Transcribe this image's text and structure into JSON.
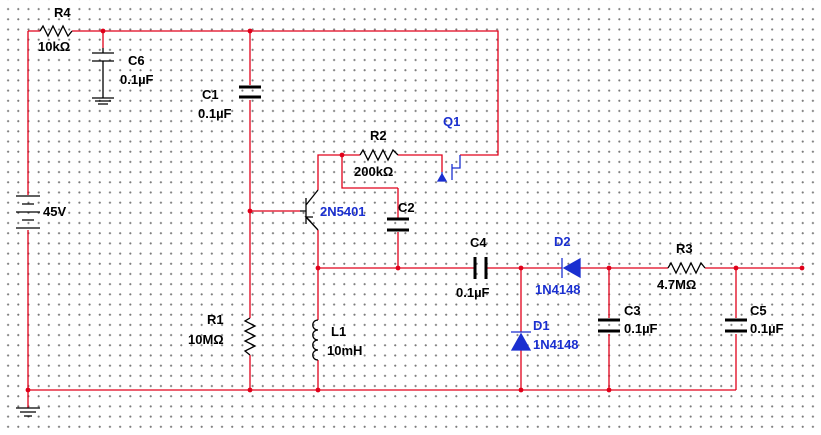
{
  "components": {
    "r4": {
      "ref": "R4",
      "value": "10kΩ"
    },
    "c6": {
      "ref": "C6",
      "value": "0.1µF"
    },
    "c1": {
      "ref": "C1",
      "value": "0.1µF"
    },
    "r2": {
      "ref": "R2",
      "value": "200kΩ"
    },
    "q1": {
      "ref": "Q1"
    },
    "q2": {
      "model": "2N5401"
    },
    "c2": {
      "ref": "C2"
    },
    "v1": {
      "value": "45V"
    },
    "r1": {
      "ref": "R1",
      "value": "10MΩ"
    },
    "l1": {
      "ref": "L1",
      "value": "10mH"
    },
    "c4": {
      "ref": "C4",
      "value": "0.1µF"
    },
    "d2": {
      "ref": "D2",
      "model": "1N4148"
    },
    "d1": {
      "ref": "D1",
      "model": "1N4148"
    },
    "c3": {
      "ref": "C3",
      "value": "0.1µF"
    },
    "r3": {
      "ref": "R3",
      "value": "4.7MΩ"
    },
    "c5": {
      "ref": "C5",
      "value": "0.1µF"
    }
  },
  "colors": {
    "wire": "#e0001a",
    "component": "#000000",
    "semiconductor": "#1a2fd0",
    "grid_dot": "#7a7a7a"
  }
}
